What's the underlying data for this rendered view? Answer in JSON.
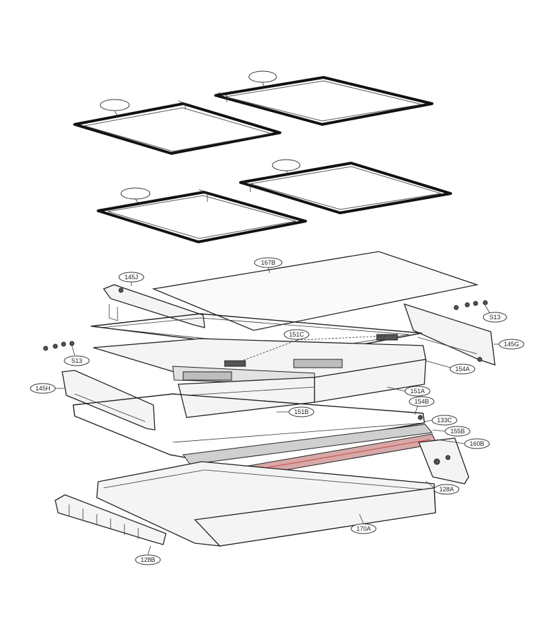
{
  "labels": {
    "shelf_1": "",
    "shelf_2": "",
    "shelf_3": "",
    "shelf_4": "",
    "cover_167B": "167B",
    "rail_145J": "145J",
    "screws_S13_right": "S13",
    "screws_S13_left": "S13",
    "rail_145G": "145G",
    "part_151C": "151C",
    "drawer_154A": "154A",
    "rail_145H": "145H",
    "drawer_151A": "151A",
    "part_154B": "154B",
    "part_151B": "151B",
    "part_133C": "133C",
    "part_155B": "155B",
    "part_160B": "160B",
    "bracket_128A": "128A",
    "tray_170A": "170A",
    "bracket_128B": "128B"
  }
}
